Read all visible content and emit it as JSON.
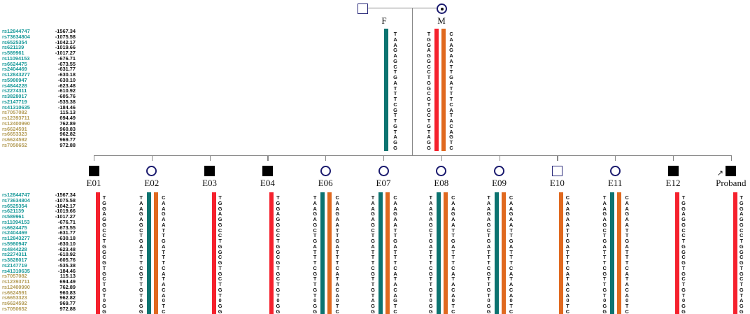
{
  "colors": {
    "snp_upstream": "#1a9a9a",
    "snp_downstream": "#b39b55",
    "hap_father": "#0c7370",
    "hap_mother_risk": "#f5212d",
    "hap_mother_other": "#e0691f",
    "line": "#888888"
  },
  "snps": [
    {
      "id": "rs12844747",
      "pos": "-1567.34",
      "group": "up"
    },
    {
      "id": "rs73634804",
      "pos": "-1075.58",
      "group": "up"
    },
    {
      "id": "rs6525354",
      "pos": "-1042.17",
      "group": "up"
    },
    {
      "id": "rs621139",
      "pos": "-1019.66",
      "group": "up"
    },
    {
      "id": "rs589961",
      "pos": "-1017.27",
      "group": "up"
    },
    {
      "id": "rs11094153",
      "pos": "-676.71",
      "group": "up"
    },
    {
      "id": "rs6624475",
      "pos": "-673.55",
      "group": "up"
    },
    {
      "id": "rs2404469",
      "pos": "-631.77",
      "group": "up"
    },
    {
      "id": "rs12843277",
      "pos": "-630.18",
      "group": "up"
    },
    {
      "id": "rs5980947",
      "pos": "-630.10",
      "group": "up"
    },
    {
      "id": "rs4844228",
      "pos": "-623.48",
      "group": "up"
    },
    {
      "id": "rs2274311",
      "pos": "-610.92",
      "group": "up"
    },
    {
      "id": "rs3828017",
      "pos": "-605.76",
      "group": "up"
    },
    {
      "id": "rs2147719",
      "pos": "-535.38",
      "group": "up"
    },
    {
      "id": "rs41310635",
      "pos": "-184.46",
      "group": "up"
    },
    {
      "id": "rs7057082",
      "pos": "115.13",
      "group": "down"
    },
    {
      "id": "rs12393711",
      "pos": "694.49",
      "group": "down"
    },
    {
      "id": "rs12400990",
      "pos": "762.89",
      "group": "down"
    },
    {
      "id": "rs6624591",
      "pos": "960.83",
      "group": "down"
    },
    {
      "id": "rs6653323",
      "pos": "962.82",
      "group": "down"
    },
    {
      "id": "rs6624592",
      "pos": "969.77",
      "group": "down"
    },
    {
      "id": "rs7050652",
      "pos": "972.88",
      "group": "down"
    }
  ],
  "haplotypes": {
    "F": "TAAGAGCTGATTTCGTTGTAGG",
    "R": "TGGAGGCCTGGCGTGCTGTAGG",
    "O": "CAAGAATTGATTTCATACAGTC",
    "F0": "TAAGAGCTGATTTCGTTGT0GG",
    "R0": "TGGAGGCCTGGCGTGCTGT0GG",
    "O0": "CAAGAATTGATTTCATACA0TC"
  },
  "parents": [
    {
      "label": "F",
      "symbol": "square-unaffected",
      "haps": [
        {
          "seq": "F",
          "color": "hap_father"
        }
      ]
    },
    {
      "label": "M",
      "symbol": "circle-carrier",
      "haps": [
        {
          "seq": "R",
          "color": "hap_mother_risk"
        },
        {
          "seq": "O",
          "color": "hap_mother_other"
        }
      ]
    }
  ],
  "children": [
    {
      "label": "E01",
      "symbol": "square-affected",
      "haps": [
        {
          "seq": "R0",
          "color": "hap_mother_risk"
        }
      ]
    },
    {
      "label": "E02",
      "symbol": "circle",
      "haps": [
        {
          "seq": "F0",
          "color": "hap_father"
        },
        {
          "seq": "O0",
          "color": "hap_mother_other"
        }
      ]
    },
    {
      "label": "E03",
      "symbol": "square-affected",
      "haps": [
        {
          "seq": "R0",
          "color": "hap_mother_risk"
        }
      ]
    },
    {
      "label": "E04",
      "symbol": "square-affected",
      "haps": [
        {
          "seq": "R0",
          "color": "hap_mother_risk"
        }
      ]
    },
    {
      "label": "E06",
      "symbol": "circle",
      "haps": [
        {
          "seq": "F0",
          "color": "hap_father"
        },
        {
          "seq": "O0",
          "color": "hap_mother_other"
        }
      ]
    },
    {
      "label": "E07",
      "symbol": "circle",
      "haps": [
        {
          "seq": "F",
          "color": "hap_father"
        },
        {
          "seq": "O",
          "color": "hap_mother_other"
        }
      ]
    },
    {
      "label": "E08",
      "symbol": "circle",
      "haps": [
        {
          "seq": "F0",
          "color": "hap_father"
        },
        {
          "seq": "O0",
          "color": "hap_mother_other"
        }
      ]
    },
    {
      "label": "E09",
      "symbol": "circle",
      "haps": [
        {
          "seq": "F0",
          "color": "hap_father"
        },
        {
          "seq": "O0",
          "color": "hap_mother_other"
        }
      ]
    },
    {
      "label": "E10",
      "symbol": "square-unaffected",
      "haps": [
        {
          "seq": "O0",
          "color": "hap_mother_other"
        }
      ]
    },
    {
      "label": "E11",
      "symbol": "circle",
      "haps": [
        {
          "seq": "F0",
          "color": "hap_father"
        },
        {
          "seq": "O0",
          "color": "hap_mother_other"
        }
      ]
    },
    {
      "label": "E12",
      "symbol": "square-affected",
      "haps": [
        {
          "seq": "R0",
          "color": "hap_mother_risk"
        }
      ]
    },
    {
      "label": "Proband",
      "symbol": "square-affected",
      "proband": true,
      "haps": [
        {
          "seq": "R",
          "color": "hap_mother_risk"
        }
      ]
    }
  ]
}
